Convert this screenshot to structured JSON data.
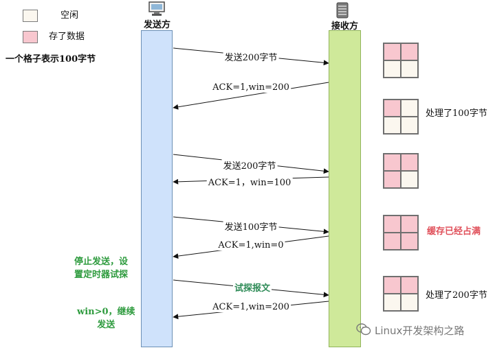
{
  "legend": {
    "items": [
      {
        "label": "空闲",
        "color": "#fbf7ef"
      },
      {
        "label": "存了数据",
        "color": "#f8c7cf"
      }
    ],
    "note": "一个格子表示100字节"
  },
  "columns": {
    "sender": {
      "title": "发送方",
      "icon": "computer-icon",
      "color": "#cfe2fb"
    },
    "receiver": {
      "title": "接收方",
      "icon": "server-icon",
      "color": "#cfe99a"
    }
  },
  "messages": [
    {
      "label": "发送200字节",
      "direction": "right",
      "color": "#111111"
    },
    {
      "label": "ACK=1,win=200",
      "direction": "left",
      "color": "#111111"
    },
    {
      "label": "发送200字节",
      "direction": "right",
      "color": "#111111"
    },
    {
      "label": "ACK=1，win=100",
      "direction": "left",
      "color": "#111111"
    },
    {
      "label": "发送100字节",
      "direction": "right",
      "color": "#111111"
    },
    {
      "label": "ACK=1,win=0",
      "direction": "left",
      "color": "#111111"
    },
    {
      "label": "试探报文",
      "direction": "right",
      "color": "#2e8b57"
    },
    {
      "label": "ACK=1,win=200",
      "direction": "left",
      "color": "#111111"
    }
  ],
  "buffers": [
    {
      "cells": [
        "filled",
        "filled",
        "free",
        "free"
      ],
      "note": "",
      "note_color": "#111111"
    },
    {
      "cells": [
        "filled",
        "free",
        "free",
        "free"
      ],
      "note": "处理了100字节",
      "note_color": "#111111"
    },
    {
      "cells": [
        "filled",
        "filled",
        "filled",
        "free"
      ],
      "note": "",
      "note_color": "#111111"
    },
    {
      "cells": [
        "filled",
        "filled",
        "filled",
        "filled"
      ],
      "note": "缓存已经占满",
      "note_color": "#e0505a"
    },
    {
      "cells": [
        "filled",
        "filled",
        "free",
        "free"
      ],
      "note": "处理了200字节",
      "note_color": "#111111"
    }
  ],
  "sender_notes": [
    {
      "text": "停止发送，设置定时器试探",
      "lines": [
        "停止发送，设",
        "置定时器试探"
      ],
      "color": "#2e9b3e"
    },
    {
      "text": "win>0，继续发送",
      "lines": [
        "win>0，继续",
        "发送"
      ],
      "color": "#2e9b3e"
    }
  ],
  "watermark": {
    "text": "Linux开发架构之路",
    "icon": "wechat-icon"
  }
}
